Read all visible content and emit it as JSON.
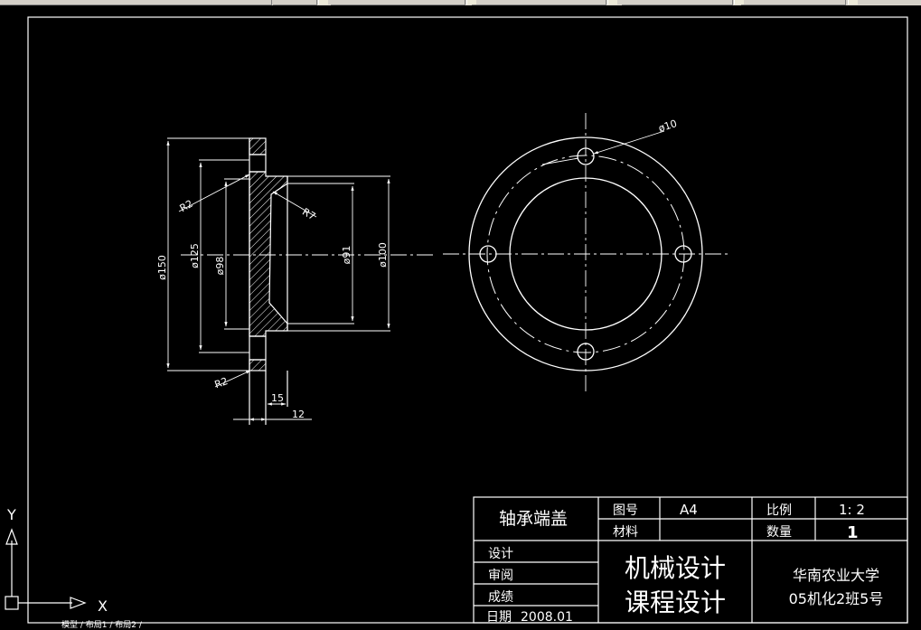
{
  "drawing": {
    "title_block": {
      "part_name": "轴承端盖",
      "drawing_no_label": "图号",
      "drawing_no_value": "A4",
      "scale_label": "比例",
      "scale_value": "1: 2",
      "material_label": "材料",
      "quantity_label": "数量",
      "quantity_value": "1",
      "design_label": "设计",
      "review_label": "审阅",
      "grade_label": "成绩",
      "date_label": "日期",
      "date_value": "2008.01",
      "course_line1": "机械设计",
      "course_line2": "课程设计",
      "school": "华南农业大学",
      "class_info": "05机化2班5号"
    },
    "dimensions": {
      "phi150": "ø150",
      "phi125": "ø125",
      "phi98": "ø98",
      "phi91": "ø91",
      "phi100": "ø100",
      "phi10": "ø10",
      "r2_top": "R2",
      "r2_bottom": "R2",
      "r7": "R7",
      "dim15": "15",
      "dim12": "12"
    },
    "ucs": {
      "x_label": "X",
      "y_label": "Y"
    }
  },
  "tabs": {
    "label": "模型 / 布局1 / 布局2 /"
  },
  "colors": {
    "background": "#000000",
    "lines": "#ffffff",
    "toolbar": "#d4d0c8"
  }
}
